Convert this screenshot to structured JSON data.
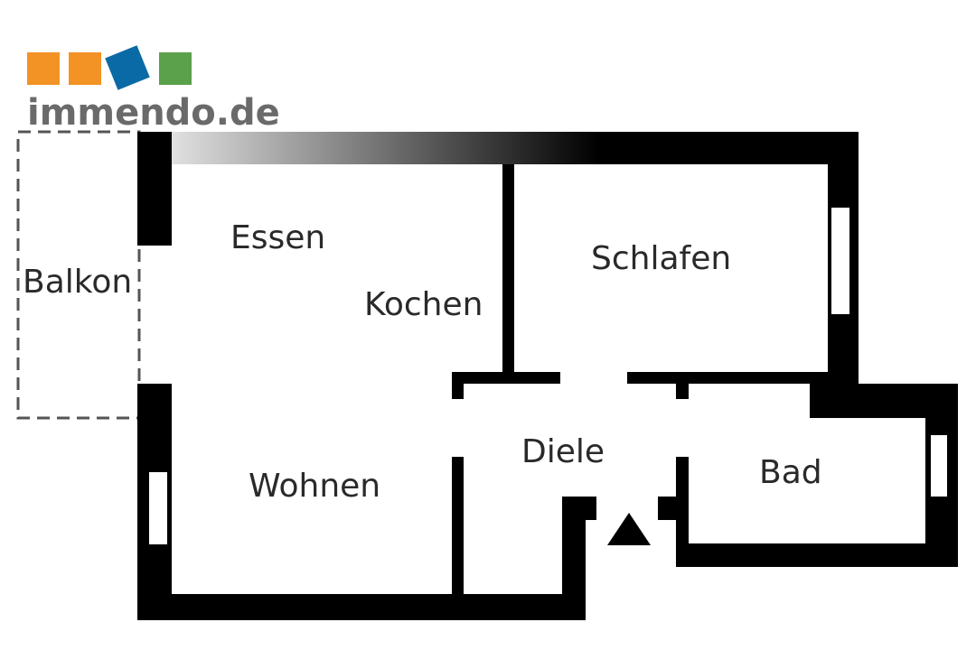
{
  "logo": {
    "text": "immendo.de",
    "colors": [
      "#f39325",
      "#f39325",
      "#0a6aa6",
      "#5ba04a"
    ]
  },
  "rooms": {
    "balkon": "Balkon",
    "essen": "Essen",
    "kochen": "Kochen",
    "schlafen": "Schlafen",
    "wohnen": "Wohnen",
    "diele": "Diele",
    "bad": "Bad"
  },
  "colors": {
    "wall": "#000000",
    "text": "#2a2a2a",
    "balcony_outline": "#555555"
  },
  "entrance_icon": "entrance-arrow-icon"
}
